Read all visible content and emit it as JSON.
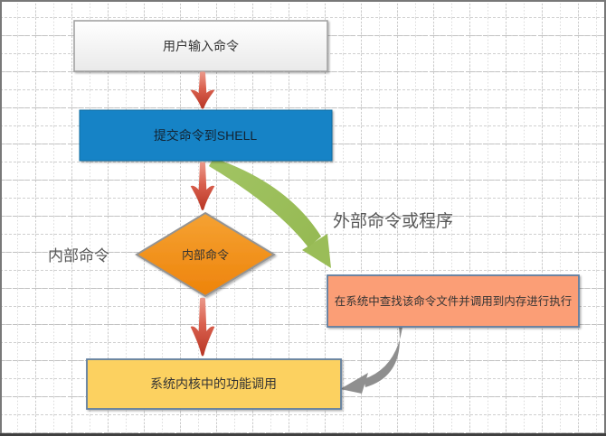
{
  "flowchart": {
    "nodes": {
      "user_input": {
        "label": "用户输入命令"
      },
      "submit_shell": {
        "label": "提交命令到SHELL"
      },
      "decision": {
        "label": "内部命令"
      },
      "external_exec": {
        "label": "在系统中查找该命令文件并调用到内存进行执行"
      },
      "kernel_call": {
        "label": "系统内核中的功能调用"
      }
    },
    "edge_labels": {
      "internal": "内部命令",
      "external": "外部命令或程序"
    },
    "colors": {
      "process_blue": "#1583c6",
      "decision_orange": "#f2901e",
      "external_salmon": "#fb9e76",
      "kernel_yellow": "#fcd161",
      "flow_arrow_red": "#c23a28",
      "branch_arrow_green": "#9abd58",
      "return_arrow_gray": "#8f8f8f",
      "node_border_blue_gray": "#5f7ea1",
      "label_text_gray": "#595959"
    }
  }
}
